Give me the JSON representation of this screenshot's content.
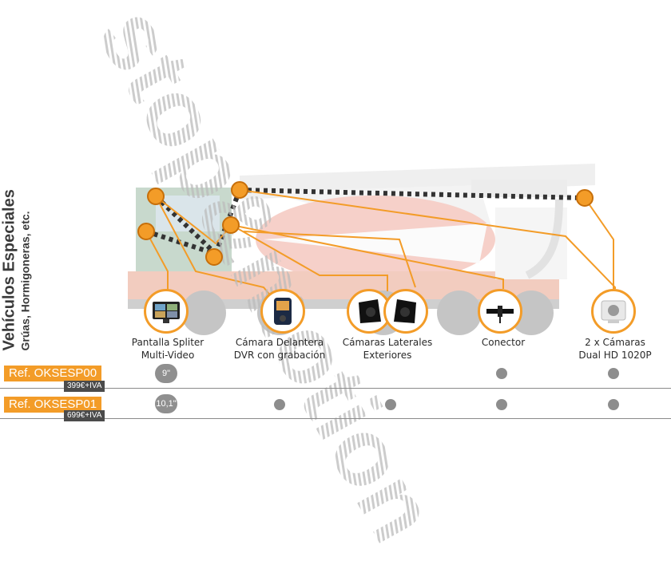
{
  "section": {
    "title": "Vehículos Especiales",
    "subtitle": "Grúas, Hormigoneras, etc."
  },
  "watermark": {
    "text": "stop&motion"
  },
  "products": [
    {
      "line1": "Pantalla Spliter",
      "line2": "Multi-Video",
      "icon": "monitor-icon"
    },
    {
      "line1": "Cámara Delantera",
      "line2": "DVR con grabación",
      "icon": "dashcam-icon"
    },
    {
      "line1": "Cámaras Laterales",
      "line2": "Exteriores",
      "icon": "side-camera-icon"
    },
    {
      "line1": "Conector",
      "line2": "",
      "icon": "connector-icon"
    },
    {
      "line1": "2 x Cámaras",
      "line2": "Dual HD 1020P",
      "icon": "camera-icon"
    }
  ],
  "kits": [
    {
      "ref": "Ref. OKSESP00",
      "price": "399€+IVA",
      "screen": "9\""
    },
    {
      "ref": "Ref. OKSESP01",
      "price": "699€+IVA",
      "screen": "10,1\""
    }
  ],
  "colors": {
    "accent": "#f39c28",
    "dark": "#4b4b4b",
    "dot": "#8d8d8d"
  }
}
